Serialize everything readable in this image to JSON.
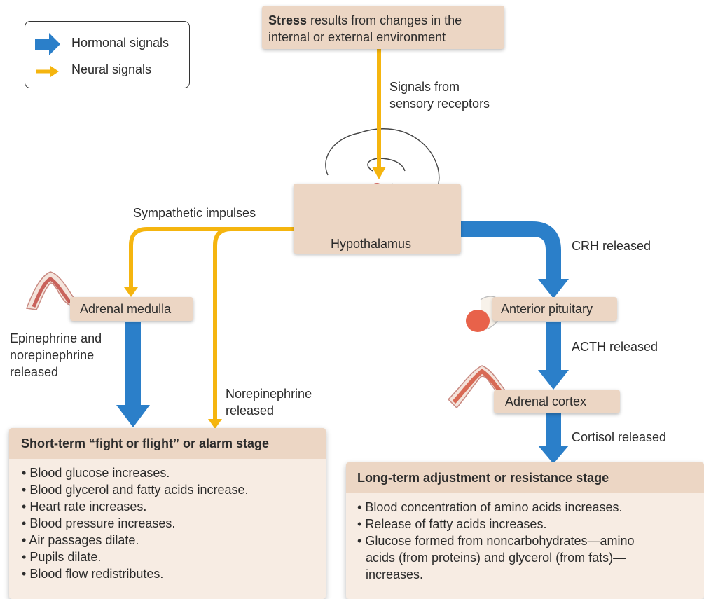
{
  "legend": {
    "hormonal": {
      "label": "Hormonal signals",
      "icon": "blue-arrow-icon",
      "color": "#2b7fc9"
    },
    "neural": {
      "label": "Neural signals",
      "icon": "yellow-arrow-icon",
      "color": "#f5b50f"
    }
  },
  "stress": {
    "bold": "Stress",
    "rest": " results from changes in the internal or external environment"
  },
  "labels": {
    "signals_line1": "Signals from",
    "signals_line2": "sensory receptors",
    "sympathetic": "Sympathetic impulses",
    "crh": "CRH released",
    "acth": "ACTH released",
    "cortisol": "Cortisol released",
    "epi_line1": "Epinephrine and",
    "epi_line2": "norepinephrine",
    "epi_line3": "released",
    "norepi_line1": "Norepinephrine",
    "norepi_line2": "released"
  },
  "boxes": {
    "hypothalamus": "Hypothalamus",
    "adrenal_medulla": "Adrenal medulla",
    "anterior_pituitary": "Anterior pituitary",
    "adrenal_cortex": "Adrenal cortex"
  },
  "short_term": {
    "title": "Short-term “fight or flight” or alarm stage",
    "items": [
      "Blood glucose increases.",
      "Blood glycerol and fatty acids increase.",
      "Heart rate increases.",
      "Blood pressure increases.",
      "Air passages dilate.",
      "Pupils dilate.",
      "Blood flow redistributes."
    ]
  },
  "long_term": {
    "title": "Long-term adjustment or resistance stage",
    "items": [
      "Blood concentration of amino acids increases.",
      "Release of fatty acids increases.",
      "Glucose formed from noncarbohydrates—amino acids (from proteins) and glycerol (from fats)—increases."
    ]
  }
}
